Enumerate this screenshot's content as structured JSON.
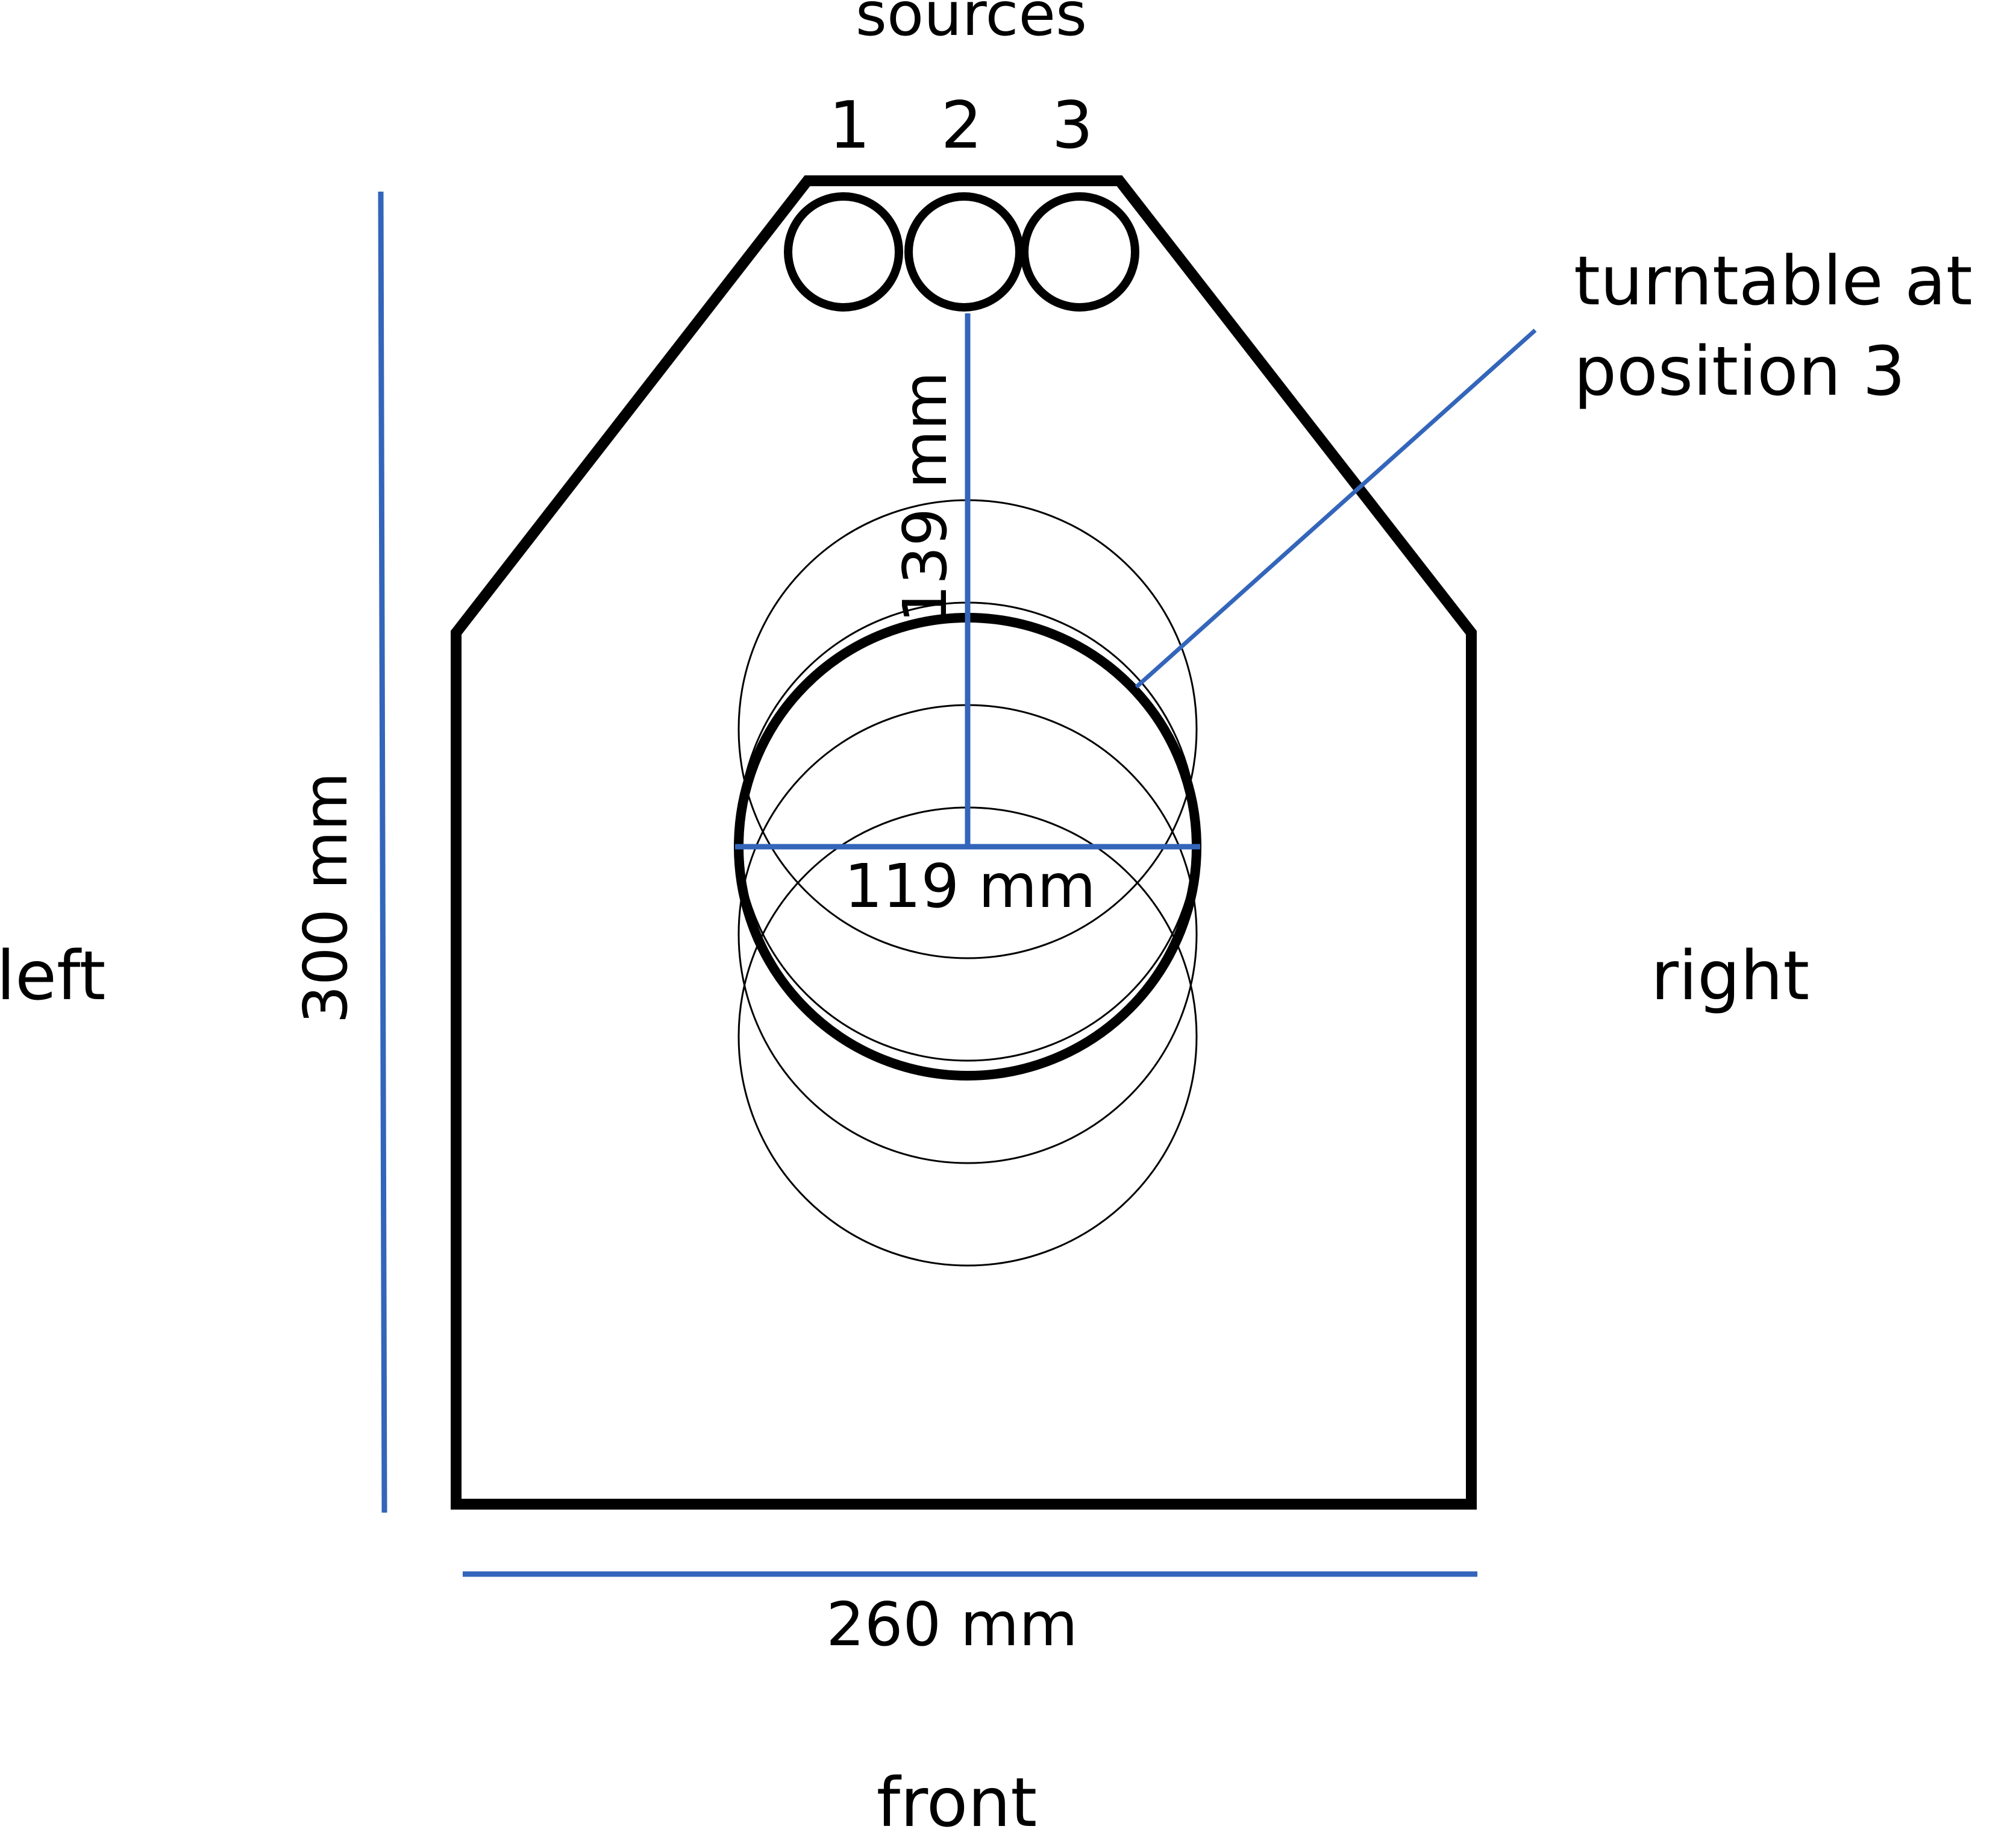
{
  "labels": {
    "sources": "sources",
    "source_1": "1",
    "source_2": "2",
    "source_3": "3",
    "turntable_line1": "turntable at",
    "turntable_line2": "position 3",
    "left": "left",
    "right": "right",
    "front": "front"
  },
  "dimensions": {
    "height": "300 mm",
    "width": "260 mm",
    "distance": "139 mm",
    "diameter": "119 mm"
  },
  "colors": {
    "outline": "#000000",
    "arrow": "#3366bb",
    "background": "#ffffff"
  }
}
